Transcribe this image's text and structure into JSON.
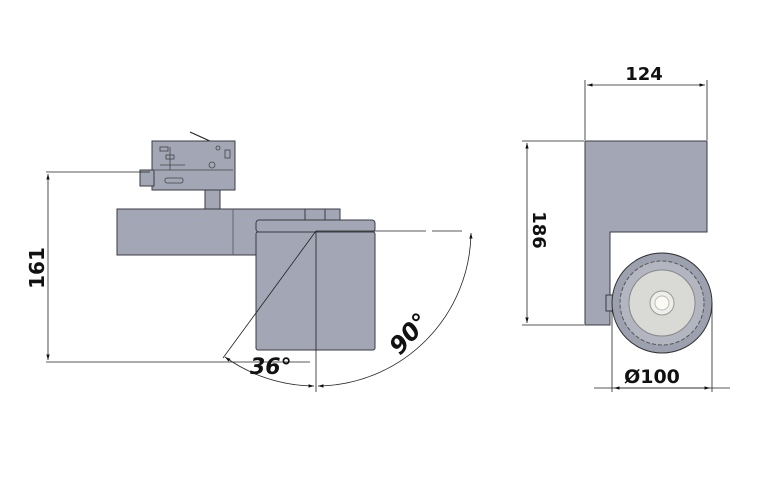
{
  "drawing": {
    "side_view": {
      "height_dimension": "161",
      "tilt_angle_small": "36°",
      "tilt_angle_large": "90°"
    },
    "front_view": {
      "width_dimension": "124",
      "height_dimension": "186",
      "diameter_dimension": "Ø100"
    }
  },
  "colors": {
    "housing": "#a3a6b4",
    "outline": "#3a3a44",
    "background": "#ffffff"
  }
}
